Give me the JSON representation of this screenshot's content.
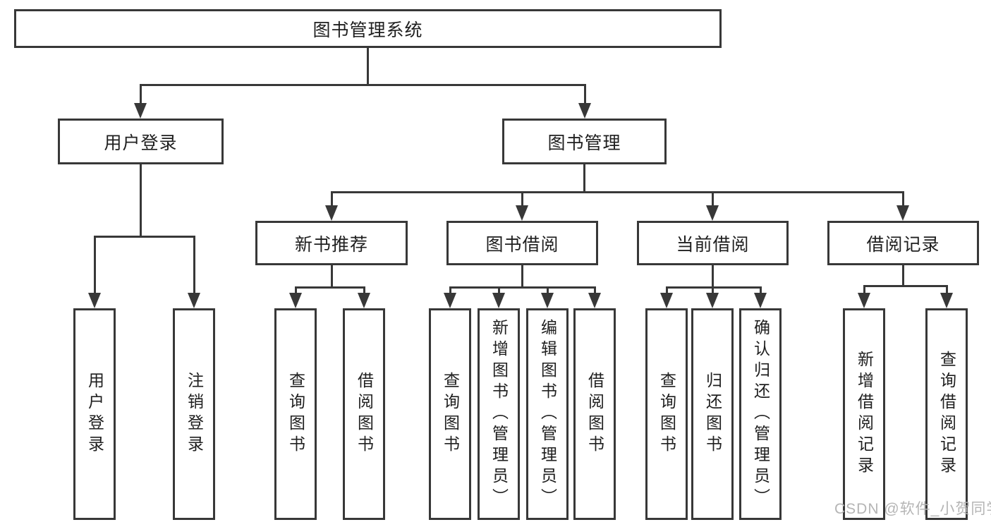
{
  "diagram": {
    "root": {
      "label": "图书管理系统"
    },
    "level2": [
      {
        "label": "用户登录"
      },
      {
        "label": "图书管理"
      }
    ],
    "level3": [
      {
        "label": "新书推荐"
      },
      {
        "label": "图书借阅"
      },
      {
        "label": "当前借阅"
      },
      {
        "label": "借阅记录"
      }
    ],
    "leaves": [
      {
        "label": "用户登录"
      },
      {
        "label": "注销登录"
      },
      {
        "label": "查询图书"
      },
      {
        "label": "借阅图书"
      },
      {
        "label": "查询图书"
      },
      {
        "label": "新增图书（管理员）"
      },
      {
        "label": "编辑图书（管理员）"
      },
      {
        "label": "借阅图书"
      },
      {
        "label": "查询图书"
      },
      {
        "label": "归还图书"
      },
      {
        "label": "确认归还（管理员）"
      },
      {
        "label": "新增借阅记录"
      },
      {
        "label": "查询借阅记录"
      }
    ],
    "watermark": "CSDN @软件_小贺同学",
    "colors": {
      "line": "#383838",
      "box_background": "#ffffff",
      "text": "#1f1f1f",
      "watermark": "#b5b5b5",
      "page_background": "#ffffff"
    }
  }
}
